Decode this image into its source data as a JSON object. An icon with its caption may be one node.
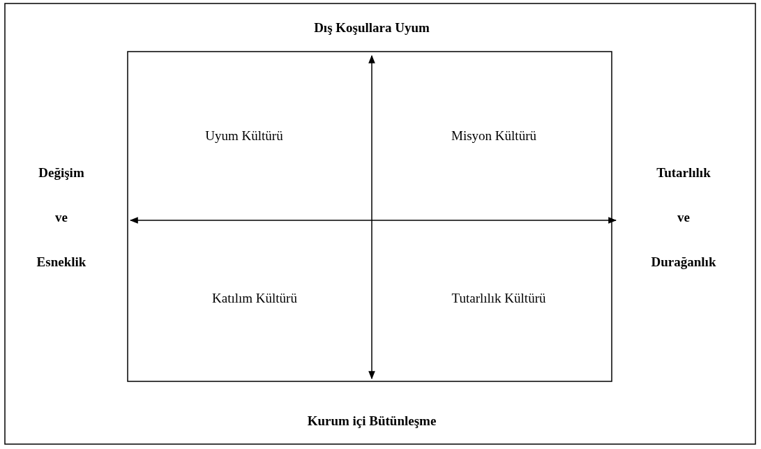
{
  "diagram": {
    "labels": [
      "Dış Koşullara Uyum",
      "Uyum Kültürü",
      "Misyon Kültürü",
      "Değişim ve Esneklik",
      "Tutarlılık ve Durağanlık",
      "Katılım Kültürü",
      "Tutarlılık Kültürü",
      "Kurum içi Bütünleşme"
    ]
  }
}
